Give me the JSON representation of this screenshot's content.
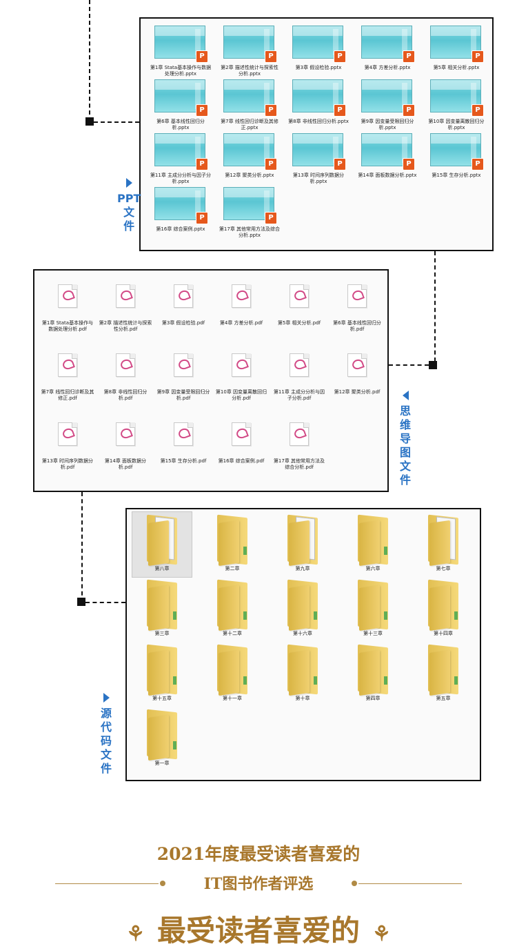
{
  "sections": {
    "ppt": {
      "label_chars": [
        "PPT",
        "文",
        "件"
      ],
      "files": [
        "第1章 Stata基本操作与数据处理分析.pptx",
        "第2章 描述性统计与探索性分析.pptx",
        "第3章 假设检验.pptx",
        "第4章 方差分析.pptx",
        "第5章 相关分析.pptx",
        "第6章 基本线性回归分析.pptx",
        "第7章 线性回归诊断及其修正.pptx",
        "第8章 非线性回归分析.pptx",
        "第9章 因变量受限回归分析.pptx",
        "第10章 因变量离散回归分析.pptx",
        "第11章 主成分分析与因子分析.pptx",
        "第12章 聚类分析.pptx",
        "第13章 时间序列数据分析.pptx",
        "第14章 面板数据分析.pptx",
        "第15章 生存分析.pptx",
        "第16章 综合案例.pptx",
        "第17章 其他常用方法及综合分析.pptx"
      ]
    },
    "mindmap": {
      "label_chars": [
        "思",
        "维",
        "导",
        "图",
        "文",
        "件"
      ],
      "files": [
        "第1章 Stata基本操作与数据处理分析.pdf",
        "第2章 描述性统计与探索性分析.pdf",
        "第3章 假设检验.pdf",
        "第4章 方差分析.pdf",
        "第5章 相关分析.pdf",
        "第6章 基本线性回归分析.pdf",
        "第7章 线性回归诊断及其修正.pdf",
        "第8章 非线性回归分析.pdf",
        "第9章 因变量受限回归分析.pdf",
        "第10章 因变量离散回归分析.pdf",
        "第11章 主成分分析与因子分析.pdf",
        "第12章 聚类分析.pdf",
        "第13章 时间序列数据分析.pdf",
        "第14章 面板数据分析.pdf",
        "第15章 生存分析.pdf",
        "第16章 综合案例.pdf",
        "第17章 其他常用方法及综合分析.pdf"
      ]
    },
    "source": {
      "label_chars": [
        "源",
        "代",
        "码",
        "文",
        "件"
      ],
      "folders": [
        {
          "name": "第八章",
          "papers": true,
          "selected": true
        },
        {
          "name": "第二章",
          "papers": false
        },
        {
          "name": "第九章",
          "papers": true
        },
        {
          "name": "第六章",
          "papers": false
        },
        {
          "name": "第七章",
          "papers": true
        },
        {
          "name": "第三章",
          "papers": false
        },
        {
          "name": "第十二章",
          "papers": false
        },
        {
          "name": "第十六章",
          "papers": false
        },
        {
          "name": "第十三章",
          "papers": false
        },
        {
          "name": "第十四章",
          "papers": false
        },
        {
          "name": "第十五章",
          "papers": false
        },
        {
          "name": "第十一章",
          "papers": false
        },
        {
          "name": "第十章",
          "papers": false
        },
        {
          "name": "第四章",
          "papers": false
        },
        {
          "name": "第五章",
          "papers": false
        },
        {
          "name": "第一章",
          "papers": false
        }
      ]
    }
  },
  "award": {
    "line1": "2021年度最受读者喜爱的",
    "line2": "IT图书作者评选",
    "line3": "最受读者喜爱的"
  },
  "colors": {
    "accent": "#2a73c4",
    "gold": "#a8772c",
    "ppt_badge": "#e5581c"
  }
}
